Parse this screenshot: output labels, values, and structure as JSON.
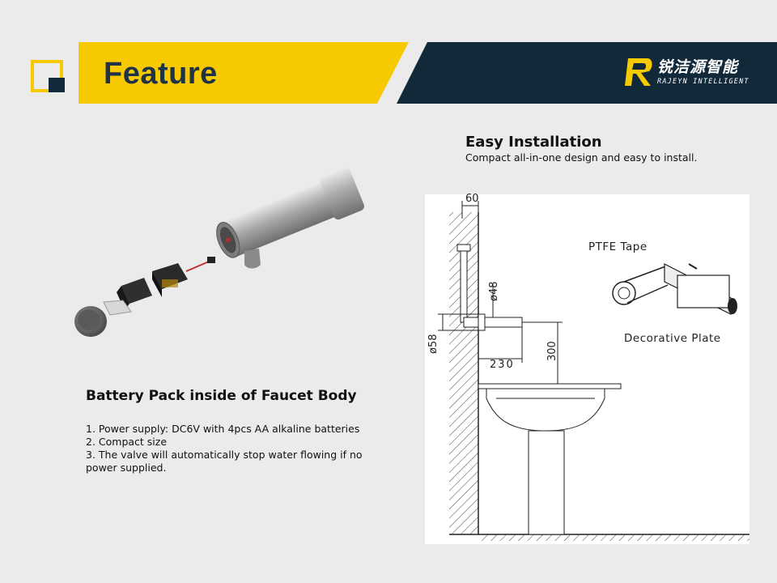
{
  "header": {
    "title": "Feature",
    "brand_cn": "锐洁源智能",
    "brand_en": "RAJEYN INTELLIGENT",
    "colors": {
      "yellow": "#f7c900",
      "navy": "#12293a",
      "title": "#1f3346"
    }
  },
  "left": {
    "heading": "Battery Pack inside of Faucet Body",
    "items": [
      "1. Power supply: DC6V with 4pcs AA alkaline batteries",
      "2. Compact size",
      "3. The valve will automatically stop water flowing if no power supplied."
    ]
  },
  "right": {
    "heading": "Easy Installation",
    "subheading": "Compact all-in-one design and easy to install.",
    "diagram": {
      "dim_top": "60",
      "dim_diameter_spout": "ø48",
      "dim_diameter_plate": "ø58",
      "dim_length": "230",
      "dim_height": "300",
      "label_ptfe": "PTFE Tape",
      "label_plate": "Decorative Plate"
    }
  }
}
